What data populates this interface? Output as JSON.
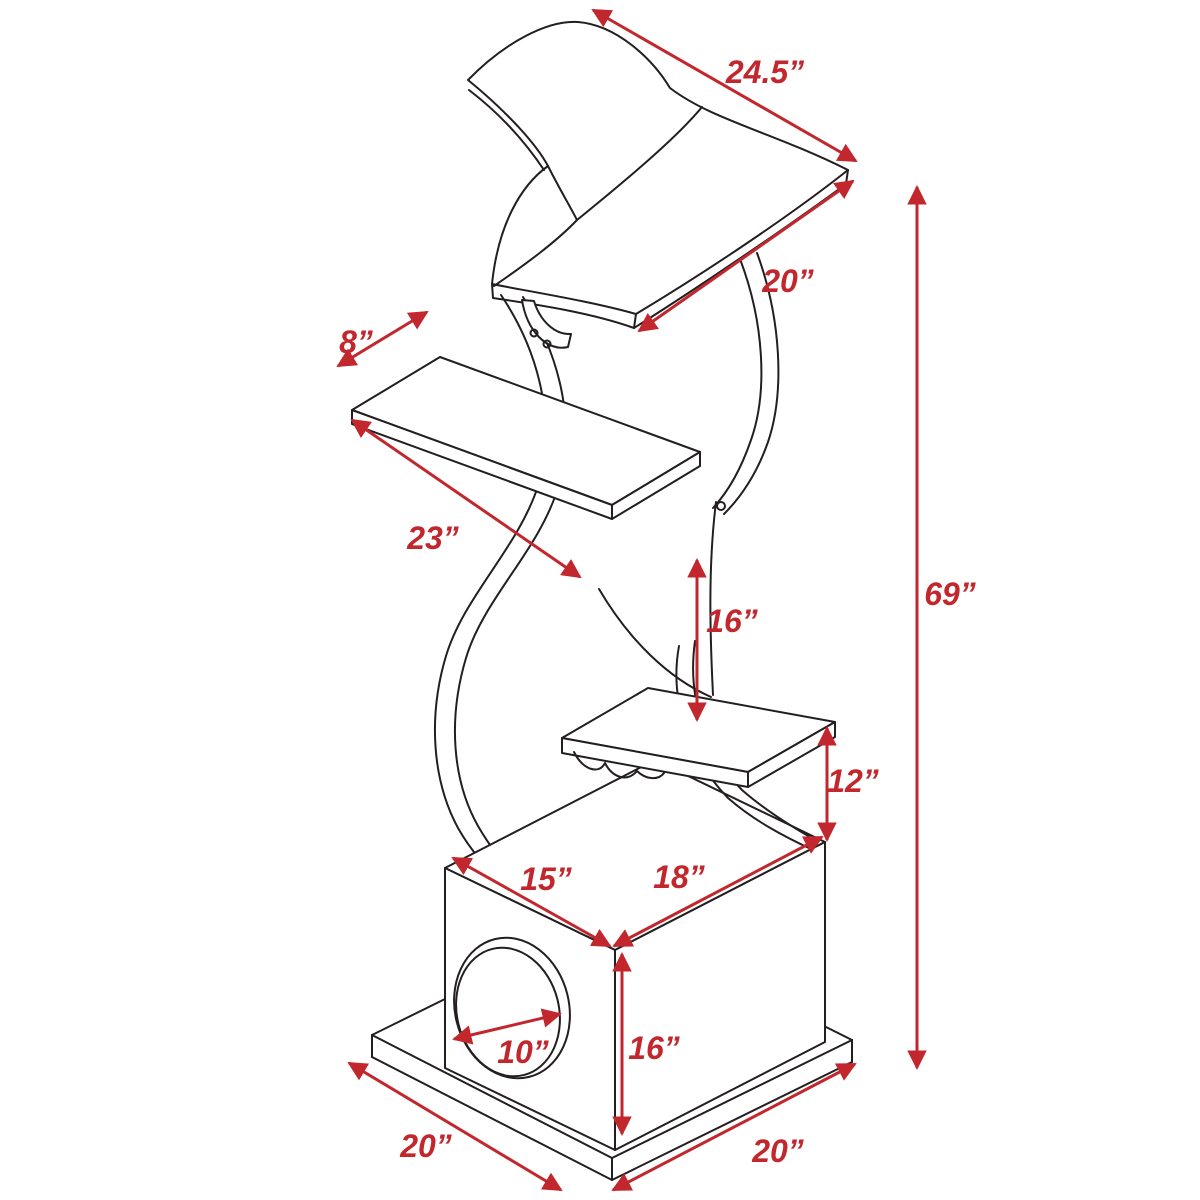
{
  "diagram": {
    "subject": "cat-tree-dimension-drawing",
    "accent_color": "#c1272d",
    "line_color": "#231f20",
    "background_color": "#ffffff",
    "measurements": [
      {
        "value": "24.5”"
      },
      {
        "value": "20”"
      },
      {
        "value": "8”"
      },
      {
        "value": "23”"
      },
      {
        "value": "16”"
      },
      {
        "value": "69”"
      },
      {
        "value": "12”"
      },
      {
        "value": "15”"
      },
      {
        "value": "18”"
      },
      {
        "value": "10”"
      },
      {
        "value": "16”"
      },
      {
        "value": "20”"
      },
      {
        "value": "20”"
      }
    ]
  }
}
